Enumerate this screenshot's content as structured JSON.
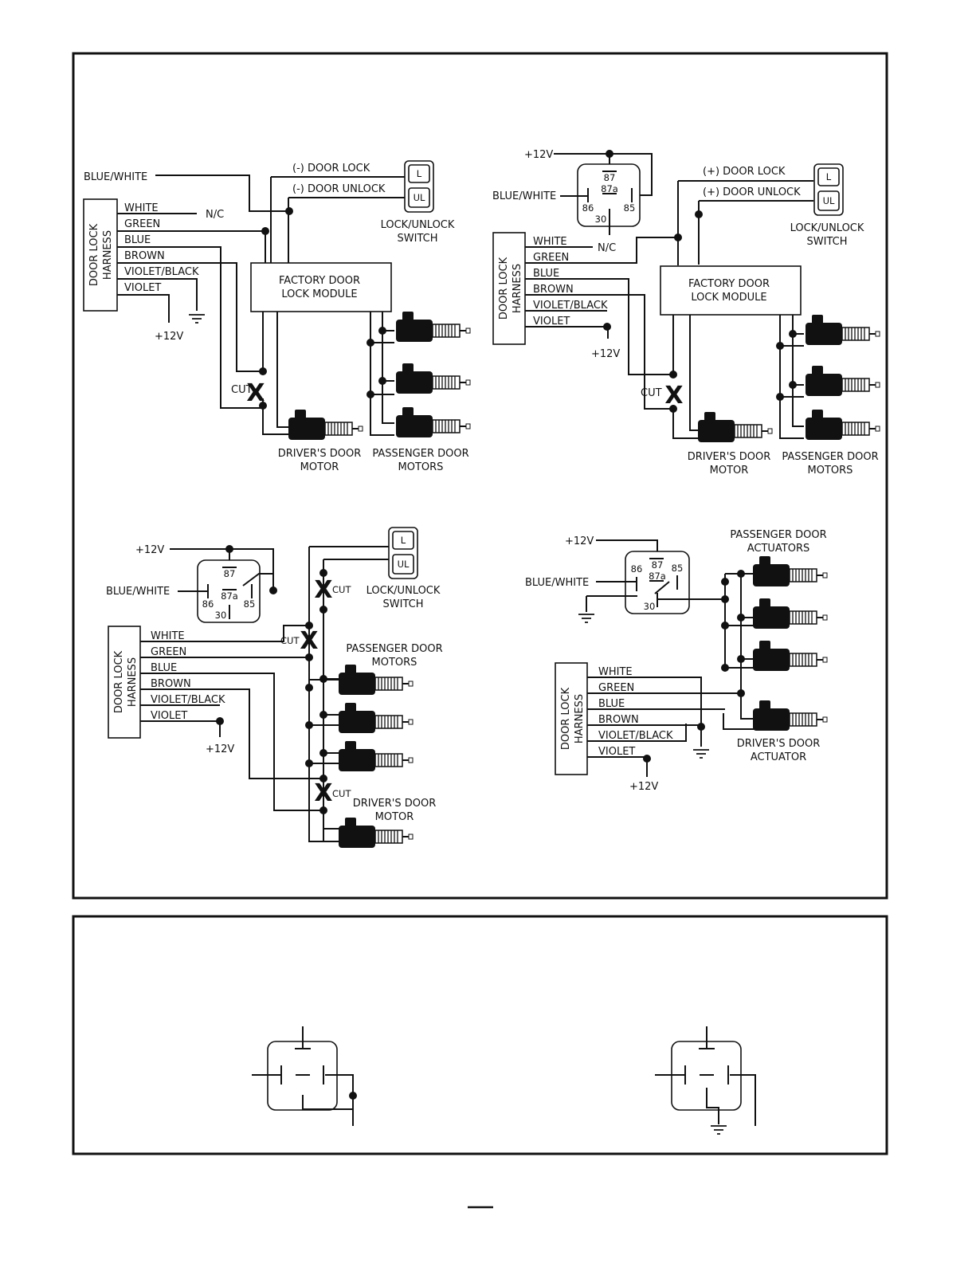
{
  "common": {
    "plus12v": "+12V",
    "blue_white": "BLUE/WHITE",
    "nc": "N/C",
    "cut": "CUT",
    "lock": "L",
    "unlock": "UL",
    "harness": [
      "DOOR LOCK",
      "HARNESS"
    ],
    "wires": [
      "WHITE",
      "GREEN",
      "BLUE",
      "BROWN",
      "VIOLET/BLACK",
      "VIOLET"
    ],
    "relay_pins": {
      "p87": "87",
      "p87a": "87a",
      "p86": "86",
      "p85": "85",
      "p30": "30"
    },
    "factory_module": [
      "FACTORY DOOR",
      "LOCK MODULE"
    ],
    "switch": [
      "LOCK/UNLOCK",
      "SWITCH"
    ],
    "driver_motor": [
      "DRIVER'S DOOR",
      "MOTOR"
    ],
    "passenger_motors": [
      "PASSENGER DOOR",
      "MOTORS"
    ],
    "passenger_actuators": [
      "PASSENGER DOOR",
      "ACTUATORS"
    ],
    "driver_actuator": [
      "DRIVER'S DOOR",
      "ACTUATOR"
    ]
  },
  "d1": {
    "door_lock": "(-) DOOR LOCK",
    "door_unlock": "(-) DOOR UNLOCK"
  },
  "d2": {
    "door_lock": "(+) DOOR LOCK",
    "door_unlock": "(+) DOOR UNLOCK"
  },
  "icons": [
    "relay-icon",
    "motor-icon",
    "ground-icon",
    "switch-icon"
  ]
}
